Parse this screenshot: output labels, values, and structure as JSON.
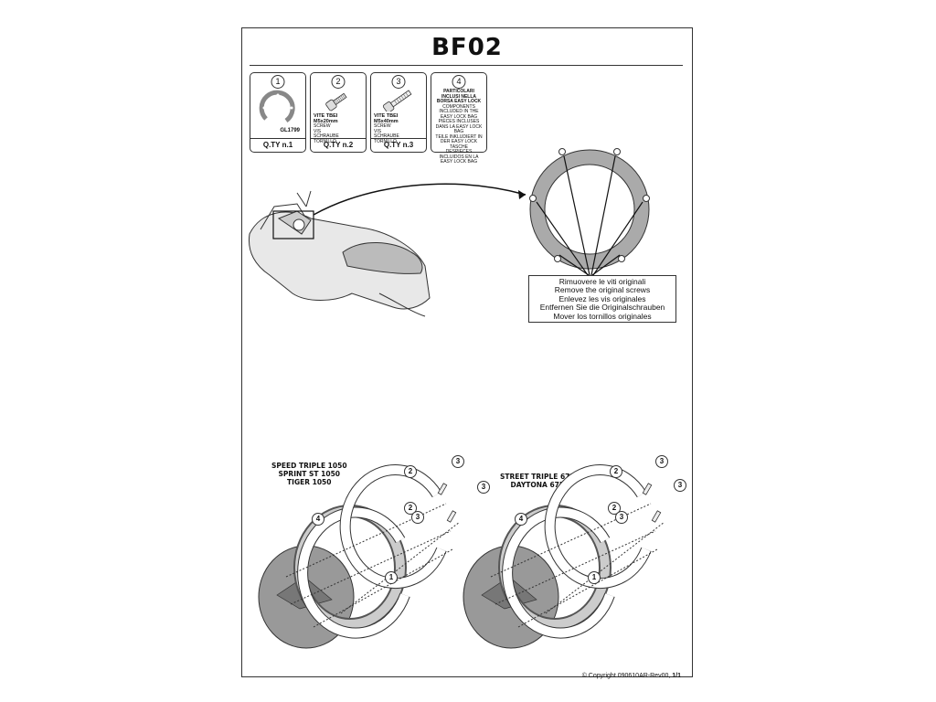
{
  "header": {
    "title": "BF02"
  },
  "parts": [
    {
      "number": "1",
      "code": "GL1799",
      "qty": "Q.TY n.1"
    },
    {
      "number": "2",
      "name": "VITE TBEI M5x20mm",
      "lines": [
        "SCREW",
        "VIS",
        "SCHRAUBE",
        "TORNILLO"
      ],
      "qty": "Q.TY n.2"
    },
    {
      "number": "3",
      "name": "VITE TBEI M5x40mm",
      "lines": [
        "SCREW",
        "VIS",
        "SCHRAUBE",
        "TORNILLO"
      ],
      "qty": "Q.TY n.3"
    },
    {
      "number": "4",
      "heading": "PARTICOLARI INCLUSI NELLA BORSA EASY LOCK",
      "lines": [
        "COMPONENTS INCLUDED IN THE EASY LOCK BAG",
        "PIÈCES INCLUSES DANS LA EASY LOCK BAG",
        "TEILE INKLUDIERT IN DER EASY LOCK TASCHE",
        "DESPIECES INCLUIDOS EN LA EASY LOCK BAG"
      ]
    }
  ],
  "instruction": {
    "lines": [
      "Rimuovere le viti originali",
      "Remove the original screws",
      "Enlevez  les vis originales",
      "Entfernen Sie die Originalschrauben",
      "Mover los tornillos originales"
    ]
  },
  "models": {
    "left": [
      "SPEED TRIPLE 1050",
      "SPRINT ST 1050",
      "TIGER 1050"
    ],
    "right": [
      "STREET TRIPLE 675",
      "DAYTONA 675"
    ]
  },
  "callouts": {
    "one": "1",
    "two": "2",
    "three": "3",
    "four": "4"
  },
  "footer": {
    "copyright": "© Copyright 090610AR-Rev00,",
    "page": "1/1"
  }
}
